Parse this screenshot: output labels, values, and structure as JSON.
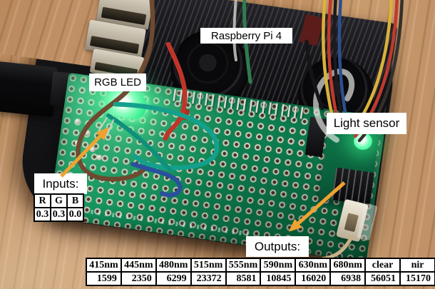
{
  "labels": {
    "raspberry_pi": "Raspberry Pi 4",
    "rgb_led": "RGB LED",
    "light_sensor": "Light sensor",
    "inputs": "Inputs:",
    "outputs": "Outputs:"
  },
  "inputs_table": {
    "headers": [
      "R",
      "G",
      "B"
    ],
    "values": [
      "0.3",
      "0.3",
      "0.0"
    ]
  },
  "outputs_table": {
    "headers": [
      "415nm",
      "445nm",
      "480nm",
      "515nm",
      "555nm",
      "590nm",
      "630nm",
      "680nm",
      "clear",
      "nir"
    ],
    "values": [
      "1599",
      "2350",
      "6299",
      "23372",
      "8581",
      "10845",
      "16020",
      "6938",
      "56051",
      "15170"
    ]
  },
  "colors": {
    "arrow": "#F0A230",
    "pcb_green": "#0F8F5C",
    "led_glow": "#4CF59B",
    "wood": "#C2916A",
    "label_background": "#FFFFFF",
    "label_text": "#000000"
  }
}
